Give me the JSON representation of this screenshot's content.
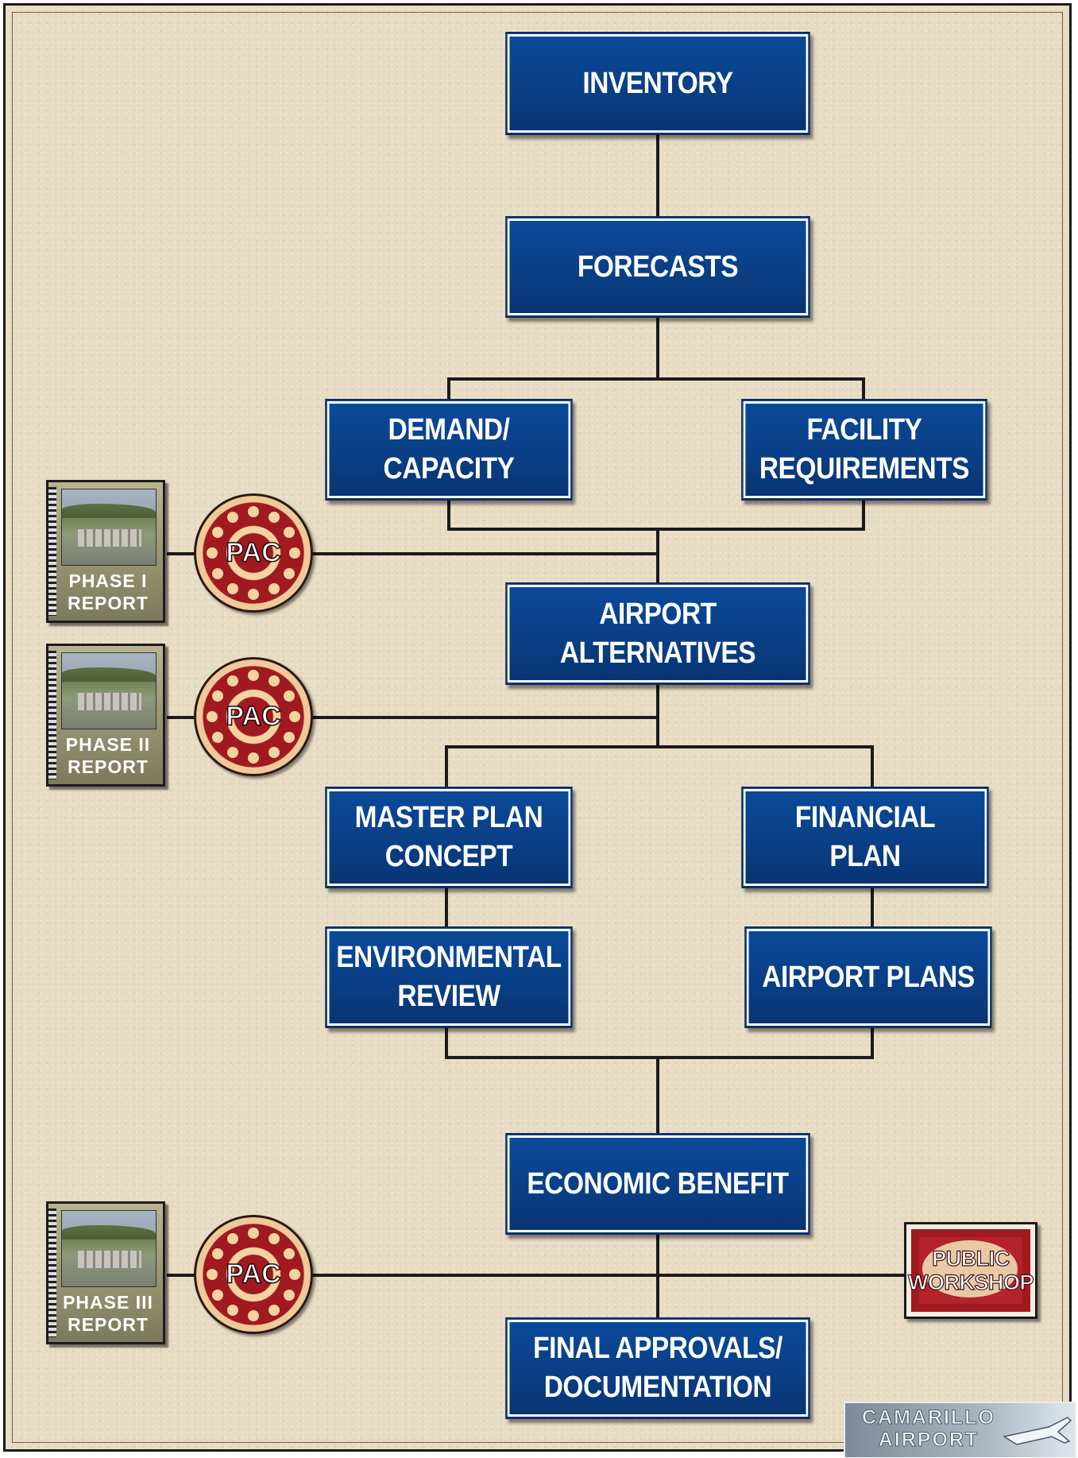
{
  "nodes": {
    "inventory": "INVENTORY",
    "forecasts": "FORECASTS",
    "demand_capacity": "DEMAND/\nCAPACITY",
    "facility_requirements": "FACILITY\nREQUIREMENTS",
    "airport_alternatives": "AIRPORT\nALTERNATIVES",
    "master_plan_concept": "MASTER PLAN\nCONCEPT",
    "financial_plan": "FINANCIAL\nPLAN",
    "environmental_review": "ENVIRONMENTAL\nREVIEW",
    "airport_plans": "AIRPORT PLANS",
    "economic_benefit": "ECONOMIC BENEFIT",
    "final_approvals": "FINAL APPROVALS/\nDOCUMENTATION"
  },
  "reports": [
    {
      "title": "PHASE I\nREPORT"
    },
    {
      "title": "PHASE II\nREPORT"
    },
    {
      "title": "PHASE III\nREPORT"
    }
  ],
  "pac_label": "PAC",
  "public_workshop": "PUBLIC\nWORKSHOP",
  "logo_text": "CAMARILLO\nAIRPORT",
  "colors": {
    "box_blue": "#0a3f86",
    "background": "#e7dcc3",
    "pac_red": "#a01a20"
  }
}
